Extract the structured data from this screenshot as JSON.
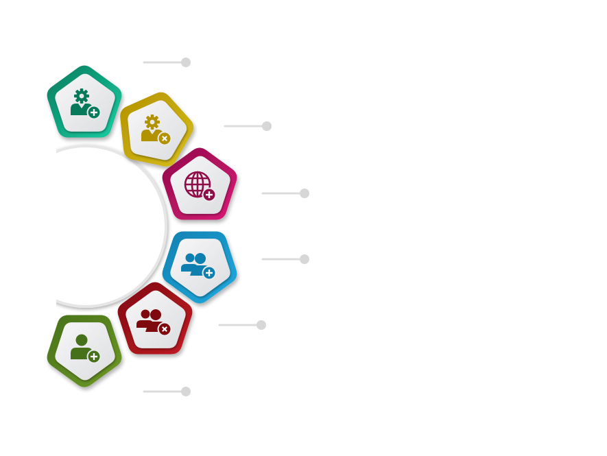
{
  "diagram": {
    "type": "radial-pentagon-infographic",
    "background_color": "#ffffff",
    "hub": {
      "fill": "#ffffff",
      "shadow": "#d9d9d9"
    },
    "connector_color": "#dcdcdc",
    "dot_color": "#d7d7d7",
    "items": [
      {
        "id": "user-settings-add",
        "icon": "user-gear-plus-icon",
        "main_glyph": "user-gear",
        "badge": "plus",
        "color_dark": "#087a5c",
        "color_light": "#19d0a5",
        "label": ""
      },
      {
        "id": "user-settings-remove",
        "icon": "user-gear-x-icon",
        "main_glyph": "user-gear",
        "badge": "x",
        "color_dark": "#b39200",
        "color_light": "#d8bf1a",
        "label": ""
      },
      {
        "id": "globe-add",
        "icon": "globe-plus-icon",
        "main_glyph": "globe",
        "badge": "plus",
        "color_dark": "#8e0c48",
        "color_light": "#db1a78",
        "label": ""
      },
      {
        "id": "group-add",
        "icon": "users-plus-icon",
        "main_glyph": "users",
        "badge": "plus",
        "color_dark": "#0f7fb0",
        "color_light": "#23ace0",
        "label": ""
      },
      {
        "id": "group-remove",
        "icon": "users-x-icon",
        "main_glyph": "users",
        "badge": "x",
        "color_dark": "#7e0a10",
        "color_light": "#c41c24",
        "label": ""
      },
      {
        "id": "user-add",
        "icon": "user-plus-icon",
        "main_glyph": "user",
        "badge": "plus",
        "color_dark": "#46701a",
        "color_light": "#6f9a26",
        "label": ""
      }
    ]
  }
}
